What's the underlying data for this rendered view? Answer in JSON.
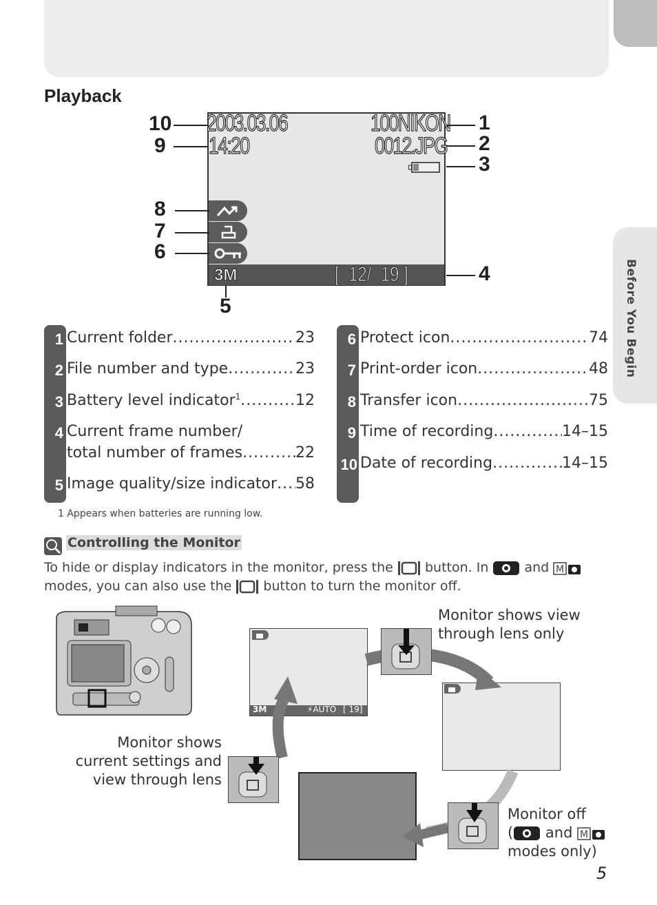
{
  "side_tab": "Before You Begin",
  "section_title": "Playback",
  "lcd": {
    "date": "2003.03.06",
    "time": "14:20",
    "folder": "100NIKON",
    "file": "0012.JPG",
    "quality": "3M",
    "frame_count": "[  12/  19 ]"
  },
  "callouts": [
    "1",
    "2",
    "3",
    "4",
    "5",
    "6",
    "7",
    "8",
    "9",
    "10"
  ],
  "legend_left": [
    {
      "num": "1",
      "label": "Current folder",
      "page": "23"
    },
    {
      "num": "2",
      "label": "File number and type",
      "page": "23"
    },
    {
      "num": "3",
      "label": "Battery level indicator",
      "sup": "1",
      "page": "12"
    },
    {
      "num": "4",
      "label": "Current frame number/",
      "label2": "total number of frames",
      "page": "22"
    },
    {
      "num": "5",
      "label": "Image quality/size indicator",
      "page": "58"
    }
  ],
  "legend_right": [
    {
      "num": "6",
      "label": "Protect icon",
      "page": "74"
    },
    {
      "num": "7",
      "label": "Print-order icon",
      "page": "48"
    },
    {
      "num": "8",
      "label": "Transfer icon",
      "page": "75"
    },
    {
      "num": "9",
      "label": "Time of recording",
      "page": "14–15"
    },
    {
      "num": "10",
      "label": "Date of recording",
      "page": "14–15"
    }
  ],
  "footnote": "1 Appears when batteries are running low.",
  "tip_title": "Controlling the Monitor",
  "body": {
    "p1": "To hide or display indicators in the monitor, press the",
    "p2": "button.  In",
    "p3": "and",
    "p4": "modes, you can also use the",
    "p5": "button to turn the monitor off."
  },
  "small_screen": {
    "quality": "3M",
    "flash": "AUTO",
    "count": "[ 19]"
  },
  "captions": {
    "view_only": [
      "Monitor shows view",
      "through lens only"
    ],
    "settings": [
      "Monitor shows",
      "current settings and",
      "view through lens"
    ],
    "off_1": "Monitor off",
    "off_open": "(",
    "off_and": "and",
    "off_3": "modes only)"
  },
  "page_number": "5"
}
